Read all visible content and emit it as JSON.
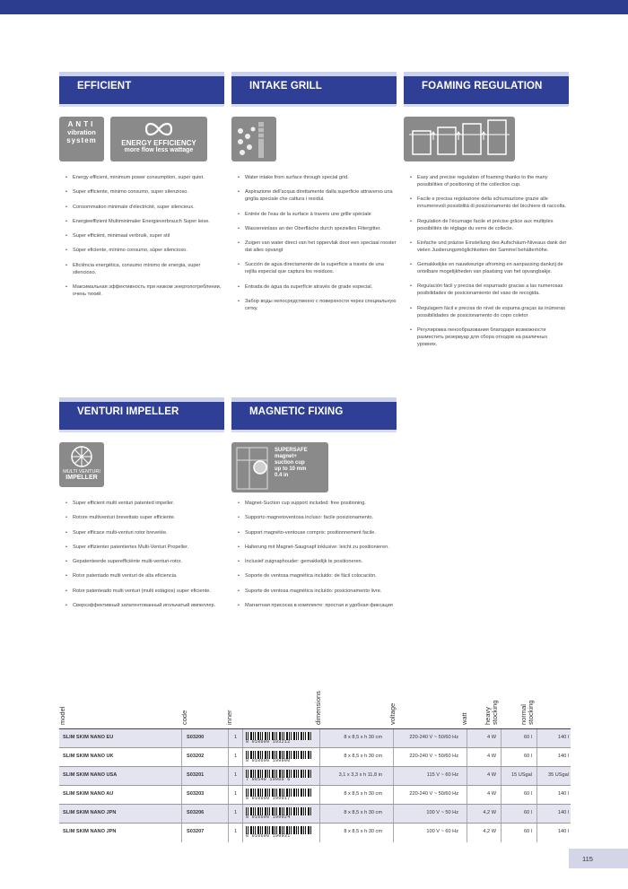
{
  "sections": {
    "efficient": {
      "title": "EFFICIENT",
      "badges": {
        "anti_line1": "ANTI",
        "anti_line2": "vibration",
        "anti_line3": "system",
        "energy_line1": "ENERGY EFFICIENCY",
        "energy_line2": "more flow less wattage"
      },
      "items": [
        "Energy efficient, minimum power consumption, super quiet.",
        "Super efficiente, minimo consumo, super silenzioso.",
        "Consommation minimale d'électricité, super silencieux.",
        "Energieeffizient Multiminimaler Energieverbrauch Super leise.",
        "Super efficiënt, minimaal verbruik, super stil",
        "Súper eficiente, mínimo consumo, súper silencioso.",
        "Eficiência energética, consumo mínimo de energia, super silencioso.",
        "Максимальная эффективность при низком энергопотреблении, очень тихий."
      ]
    },
    "intake": {
      "title": "INTAKE GRILL",
      "items": [
        "Water intake from surface through special grid.",
        "Aspirazione dell'acqua direttamente dalla superficie attraverso una griglia speciale che cattura i residui.",
        "Entrée de l'eau de la surface à travers une grille spéciale",
        "Wassereinlass an der Oberfläche durch spezielles Filtergitter.",
        "Zuigen van water direct van het oppervlak door een speciaal rooster dat alles opvangt",
        "Succión de agua directamente de la superficie a través de una rejilla especial que captura los residuos.",
        "Entrada de água da superfície através de grade especial.",
        "Забор воды непосредственно с поверхности через специальную сетку."
      ]
    },
    "foaming": {
      "title": "FOAMING REGULATION",
      "items": [
        "Easy and precise regulation of foaming thanks to the many possibilities of positioning of the collection cup.",
        "Facile e precisa regolazione della schiumazione grazie alle innumerevoli possibilità di posizionamento del bicchiere di raccolta.",
        "Regulation de l'écumage facile et précise grâce aux multiples possibilités de réglage du verre de collecte.",
        "Einfache und präzise Einstellung des Aufschäum-Niveaus dank der vielen Justierungsmöglichkeiten der Sammel behälterhöhe.",
        "Gemakkelijke en nauwkeurige afroming en aanpassing dankzij de ontelbare mogelijkheden van plaatsing van het opvangbakje.",
        "Regulación fácil y precisa del espumado gracias a las numerosas posibilidades de posicionamiento del vaso de recogida.",
        "Regulagem fácil e precisa do nível de espuma graças às inúmeras possibilidades de posicionamento do copo coletor",
        "Регулировка пенообразования благодаря возможности разместить резервуар для сбора отходов на различных уровнях."
      ]
    },
    "venturi": {
      "title": "VENTURI IMPELLER",
      "badge_line1": "MULTI VENTURI",
      "badge_line2": "IMPELLER",
      "items": [
        "Super efficient multi venturi patented impeller.",
        "Rotore multiventuri brevettato super efficiente.",
        "Super efficace multi-venturi rotor brevetée.",
        "Super effizienter patentiertes Multi-Venturi Propeller.",
        "Gepatenteerde superefficiënte multi-venturi-rotor.",
        "Rotor patentado multi venturi de alta eficiencia.",
        "Rotor patenteado multi venturi (multi estágios) super eficiente.",
        "Сверхэффективный запатентованный игольчатый импеллер."
      ]
    },
    "magnetic": {
      "title": "MAGNETIC FIXING",
      "badge_line1": "SUPERSAFE",
      "badge_line2": "magnet+",
      "badge_line3": "suction cup",
      "badge_line4": "up to 10 mm",
      "badge_line5": "0.4 in",
      "items": [
        "Magnet-Suction cup support included: free positioning.",
        "Supporto magnetoventosa incluso: facile posizionamento.",
        "Support magnéto-ventouse compris: positionnement facile.",
        "Halterung mit Magnet-Saugnapf inklusive: leicht zu positionieren.",
        "Inclusief zuignaphouder: gemakkelijk te positioneren.",
        "Soporte de ventosa magnética incluido: de fácil colocación.",
        "Suporte de ventosa magnética incluído: posicionamento livre.",
        "Магнитная присоска в комплекте: простая и удобная фиксация"
      ]
    }
  },
  "table": {
    "headers": {
      "model": "model",
      "code": "code",
      "inner": "inner",
      "dimensions": "dimensions",
      "voltage": "voltage",
      "watt": "watt",
      "heavy": "heavy stocking",
      "normal": "normal stocking"
    },
    "rows": [
      {
        "model": "SLIM SKIM NANO EU",
        "code": "S03200",
        "inner": "1",
        "barcode": "8 010690 193212",
        "dimensions": "8 x 8,5 x h 30 cm",
        "voltage": "220-240 V ~ 50/60 Hz",
        "watt": "4 W",
        "heavy": "60 l",
        "normal": "140 l"
      },
      {
        "model": "SLIM SKIM NANO UK",
        "code": "S03202",
        "inner": "1",
        "barcode": "8 010690 199900",
        "dimensions": "8 x 8,5 x h 30 cm",
        "voltage": "220-240 V ~ 50/60 Hz",
        "watt": "4 W",
        "heavy": "60 l",
        "normal": "140 l"
      },
      {
        "model": "SLIM SKIM NANO USA",
        "code": "S03201",
        "inner": "1",
        "barcode": "7 98549 19989 6",
        "dimensions": "3,1 x 3,3 x h 11,8 in",
        "voltage": "115 V ~ 60 Hz",
        "watt": "4 W",
        "heavy": "15 USgal",
        "normal": "35 USgal"
      },
      {
        "model": "SLIM SKIM NANO AU",
        "code": "S03203",
        "inner": "1",
        "barcode": "8 010690 199917",
        "dimensions": "8 x 8,5 x h 30 cm",
        "voltage": "220-240 V ~ 50/60 Hz",
        "watt": "4 W",
        "heavy": "60 l",
        "normal": "140 l"
      },
      {
        "model": "SLIM SKIM NANO JPN",
        "code": "S03206",
        "inner": "1",
        "barcode": "8 010690 199924",
        "dimensions": "8 x 8,5 x h 30 cm",
        "voltage": "100 V ~ 50 Hz",
        "watt": "4,2 W",
        "heavy": "60 l",
        "normal": "140 l"
      },
      {
        "model": "SLIM SKIM NANO JPN",
        "code": "S03207",
        "inner": "1",
        "barcode": "8 010690 199931",
        "dimensions": "8 x 8,5 x h 30 cm",
        "voltage": "100 V ~ 60 Hz",
        "watt": "4,2 W",
        "heavy": "60 l",
        "normal": "140 l"
      }
    ]
  },
  "page_number": "115",
  "colors": {
    "brand_blue": "#2f3f95",
    "light_blue": "#d6dbef",
    "badge_gray": "#8a8a8a"
  }
}
